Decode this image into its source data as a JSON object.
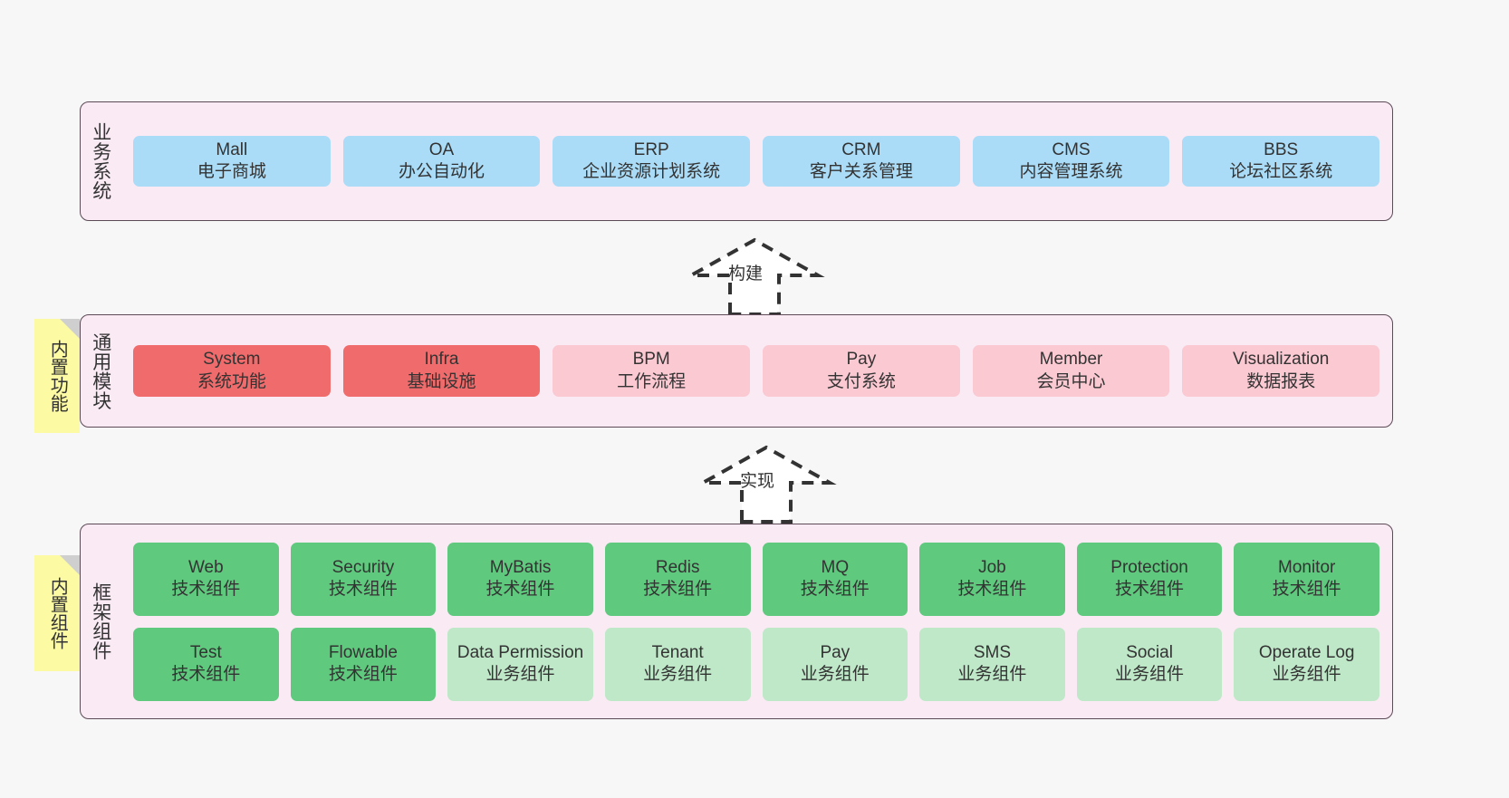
{
  "diagram": {
    "background": "#f7f7f7",
    "layer_fill": "#f9eaf4",
    "layer_stroke": "#5c4a56",
    "note_fill": "#fdfaa4"
  },
  "layers": [
    {
      "key": "business",
      "title": "业务系统",
      "note": null,
      "rows": [
        {
          "cards": [
            {
              "en": "Mall",
              "cn": "电子商城",
              "color": "#aadcf8",
              "style": "blue"
            },
            {
              "en": "OA",
              "cn": "办公自动化",
              "color": "#aadcf8",
              "style": "blue"
            },
            {
              "en": "ERP",
              "cn": "企业资源计划系统",
              "color": "#aadcf8",
              "style": "blue"
            },
            {
              "en": "CRM",
              "cn": "客户关系管理",
              "color": "#aadcf8",
              "style": "blue"
            },
            {
              "en": "CMS",
              "cn": "内容管理系统",
              "color": "#aadcf8",
              "style": "blue"
            },
            {
              "en": "BBS",
              "cn": "论坛社区系统",
              "color": "#aadcf8",
              "style": "blue"
            }
          ]
        }
      ]
    },
    {
      "key": "common",
      "title": "通用模块",
      "note": "内置功能",
      "rows": [
        {
          "cards": [
            {
              "en": "System",
              "cn": "系统功能",
              "color": "#f06b6b",
              "style": "red-strong"
            },
            {
              "en": "Infra",
              "cn": "基础设施",
              "color": "#f06b6b",
              "style": "red-strong"
            },
            {
              "en": "BPM",
              "cn": "工作流程",
              "color": "#fbc9d2",
              "style": "red-light"
            },
            {
              "en": "Pay",
              "cn": "支付系统",
              "color": "#fbc9d2",
              "style": "red-light"
            },
            {
              "en": "Member",
              "cn": "会员中心",
              "color": "#fbc9d2",
              "style": "red-light"
            },
            {
              "en": "Visualization",
              "cn": "数据报表",
              "color": "#fbc9d2",
              "style": "red-light"
            }
          ]
        }
      ]
    },
    {
      "key": "framework",
      "title": "框架组件",
      "note": "内置组件",
      "rows": [
        {
          "cards": [
            {
              "en": "Web",
              "cn": "技术组件",
              "color": "#5fc97e",
              "style": "green-strong"
            },
            {
              "en": "Security",
              "cn": "技术组件",
              "color": "#5fc97e",
              "style": "green-strong"
            },
            {
              "en": "MyBatis",
              "cn": "技术组件",
              "color": "#5fc97e",
              "style": "green-strong"
            },
            {
              "en": "Redis",
              "cn": "技术组件",
              "color": "#5fc97e",
              "style": "green-strong"
            },
            {
              "en": "MQ",
              "cn": "技术组件",
              "color": "#5fc97e",
              "style": "green-strong"
            },
            {
              "en": "Job",
              "cn": "技术组件",
              "color": "#5fc97e",
              "style": "green-strong"
            },
            {
              "en": "Protection",
              "cn": "技术组件",
              "color": "#5fc97e",
              "style": "green-strong"
            },
            {
              "en": "Monitor",
              "cn": "技术组件",
              "color": "#5fc97e",
              "style": "green-strong"
            }
          ]
        },
        {
          "cards": [
            {
              "en": "Test",
              "cn": "技术组件",
              "color": "#5fc97e",
              "style": "green-strong"
            },
            {
              "en": "Flowable",
              "cn": "技术组件",
              "color": "#5fc97e",
              "style": "green-strong"
            },
            {
              "en": "Data Permission",
              "cn": "业务组件",
              "color": "#bfe8c8",
              "style": "green-light"
            },
            {
              "en": "Tenant",
              "cn": "业务组件",
              "color": "#bfe8c8",
              "style": "green-light"
            },
            {
              "en": "Pay",
              "cn": "业务组件",
              "color": "#bfe8c8",
              "style": "green-light"
            },
            {
              "en": "SMS",
              "cn": "业务组件",
              "color": "#bfe8c8",
              "style": "green-light"
            },
            {
              "en": "Social",
              "cn": "业务组件",
              "color": "#bfe8c8",
              "style": "green-light"
            },
            {
              "en": "Operate Log",
              "cn": "业务组件",
              "color": "#bfe8c8",
              "style": "green-light"
            }
          ]
        }
      ]
    }
  ],
  "connectors": [
    {
      "key": "build",
      "label": "构建",
      "direction": "up",
      "from": "common",
      "to": "business"
    },
    {
      "key": "implement",
      "label": "实现",
      "direction": "up",
      "from": "framework",
      "to": "common"
    }
  ]
}
